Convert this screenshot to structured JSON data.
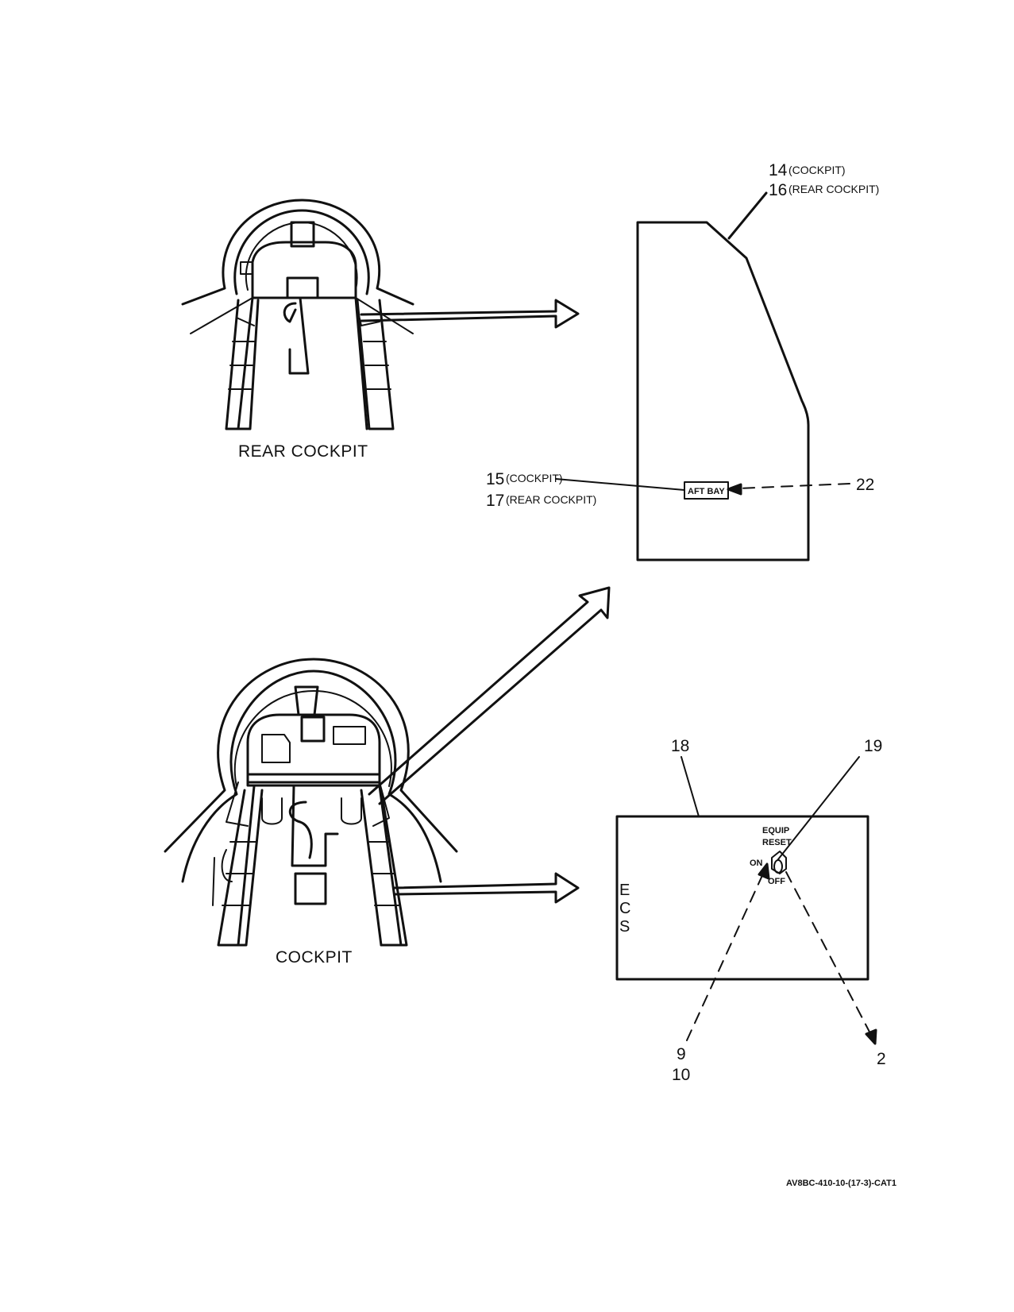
{
  "views": {
    "rear_cockpit_label": "REAR COCKPIT",
    "cockpit_label": "COCKPIT"
  },
  "rear_panel": {
    "callout_top_num_a": "14",
    "callout_top_text_a": "(COCKPIT)",
    "callout_top_num_b": "16",
    "callout_top_text_b": "(REAR COCKPIT)",
    "callout_left_num_a": "15",
    "callout_left_text_a": "(COCKPIT)",
    "callout_left_num_b": "17",
    "callout_left_text_b": "(REAR COCKPIT)",
    "placard": "AFT BAY",
    "callout_right": "22"
  },
  "ecs_panel": {
    "callout_panel": "18",
    "callout_switch": "19",
    "switch_title_1": "EQUIP",
    "switch_title_2": "RESET",
    "on_label": "ON",
    "off_label": "OFF",
    "side_label_e": "E",
    "side_label_c": "C",
    "side_label_s": "S",
    "callout_bottom_left_a": "9",
    "callout_bottom_left_b": "10",
    "callout_bottom_right": "2"
  },
  "figure_id": "AV8BC-410-10-(17-3)-CAT1"
}
